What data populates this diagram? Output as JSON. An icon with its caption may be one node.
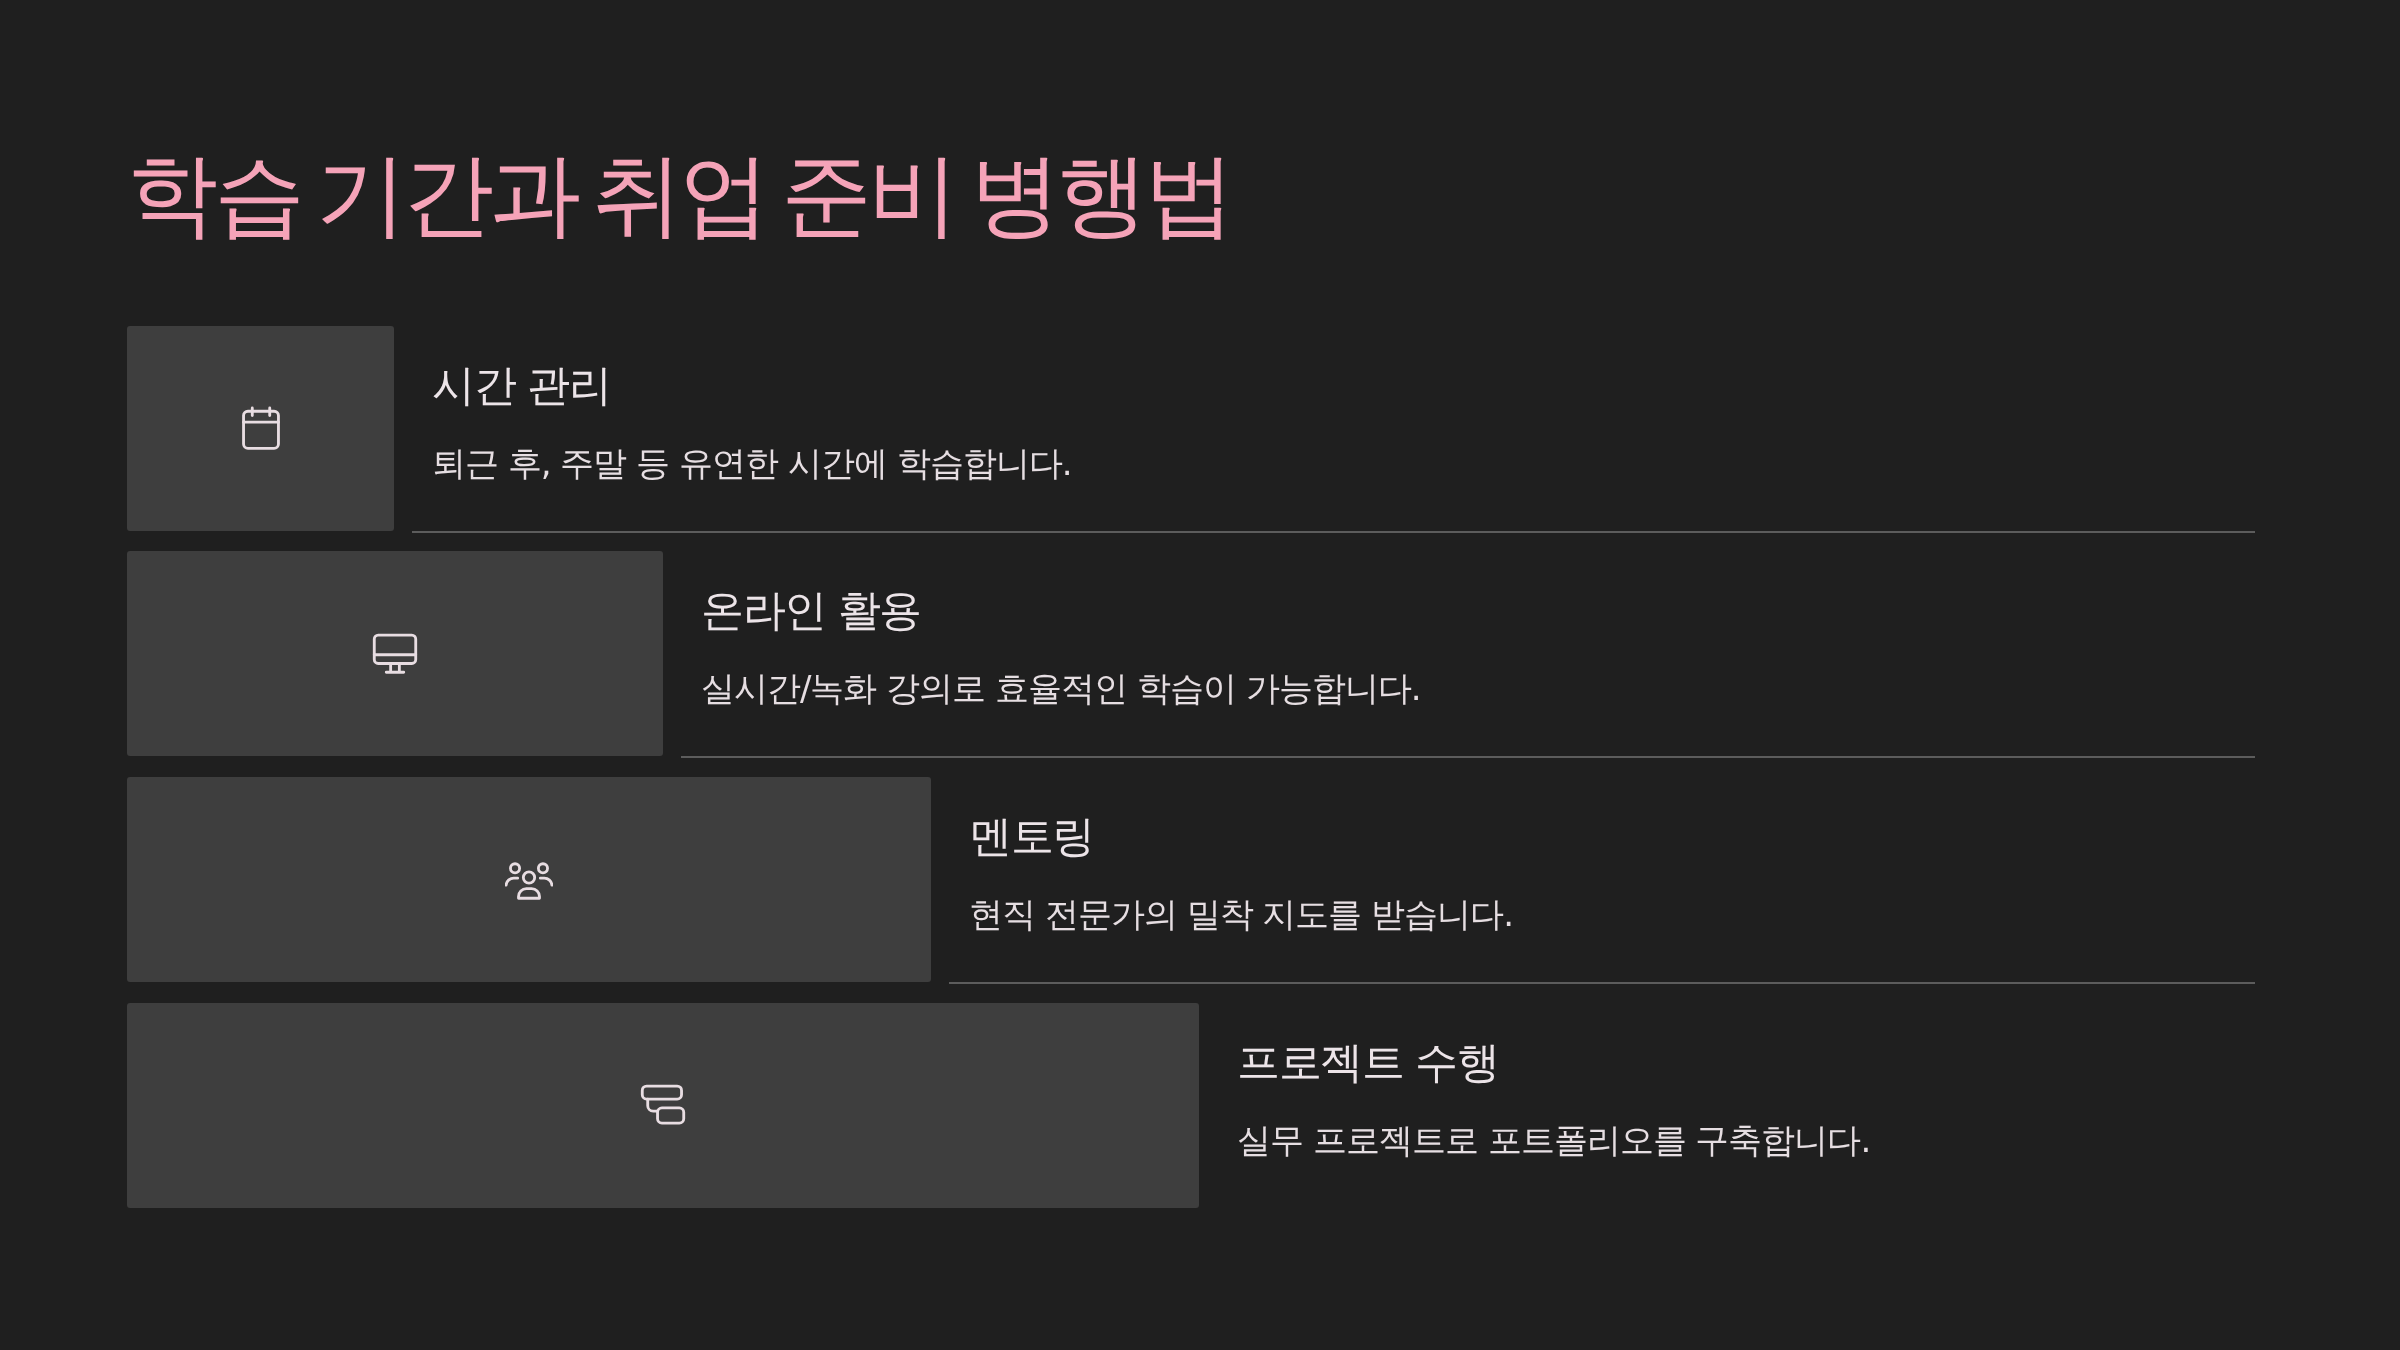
{
  "diagram": {
    "title": "학습 기간과 취업 준비 병행법",
    "nodes": [
      {
        "text": [
          "시간 관리",
          "퇴근 후, 주말 등 유연한 시간에 학습합니다."
        ]
      },
      {
        "text": [
          "온라인 활용",
          "실시간/녹화 강의로 효율적인 학습이 가능합니다."
        ]
      },
      {
        "text": [
          "멘토링",
          "현직 전문가의 밀착 지도를 받습니다."
        ]
      },
      {
        "text": [
          "프로젝트 수행",
          "실무 프로젝트로 포트폴리오를 구축합니다."
        ]
      }
    ]
  }
}
